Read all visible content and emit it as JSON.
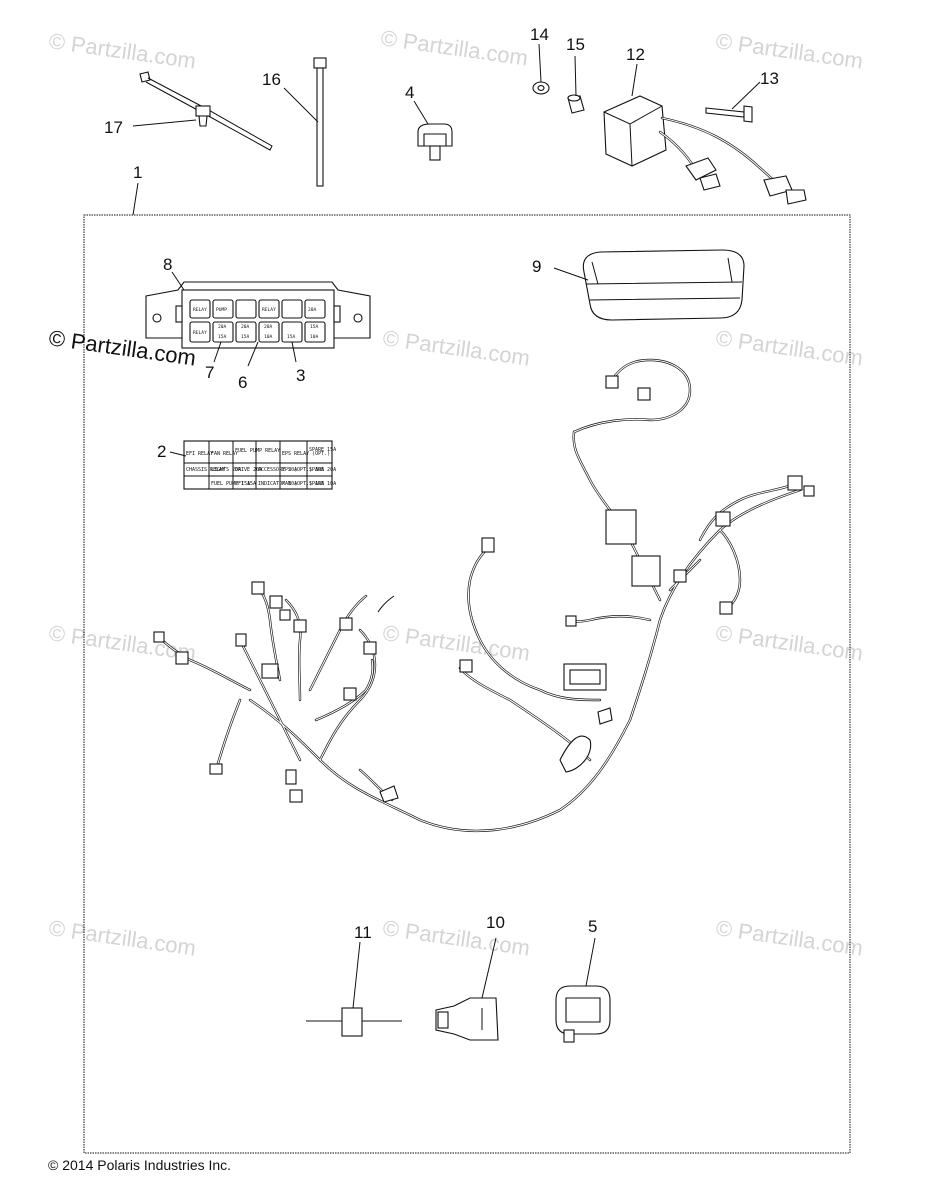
{
  "callouts": {
    "c1": "1",
    "c2": "2",
    "c3": "3",
    "c4": "4",
    "c5": "5",
    "c6": "6",
    "c7": "7",
    "c8": "8",
    "c9": "9",
    "c10": "10",
    "c11": "11",
    "c12": "12",
    "c13": "13",
    "c14": "14",
    "c15": "15",
    "c16": "16",
    "c17": "17"
  },
  "watermark": "© Partzilla.com",
  "copyright": "© 2014 Polaris Industries Inc.",
  "relay_box_labels": {
    "relay": "RELAY",
    "pump": "PUMP",
    "a20": "20A",
    "a15": "15A",
    "a10": "10A"
  },
  "decal": {
    "r1": [
      "EFI RELAY",
      "FAN RELAY",
      "FUEL PUMP RELAY",
      "",
      "EPS RELAY (OPT.)",
      "SPARE 15A"
    ],
    "r2": [
      "CHASSIS RELAY",
      "LIGHTS 20A",
      "DRIVE 20A",
      "ACCESSORY 20A",
      "EPS (OPT.) 30A",
      "SPARE 20A"
    ],
    "r3": [
      "",
      "FUEL PUMP 15A",
      "EFI 15A",
      "INDICATOR 10A",
      "FAN (OPT.) 15A",
      "SPARE 10A"
    ]
  },
  "colors": {
    "line": "#111111",
    "watermark": "#d4d4d4",
    "background": "#ffffff"
  }
}
